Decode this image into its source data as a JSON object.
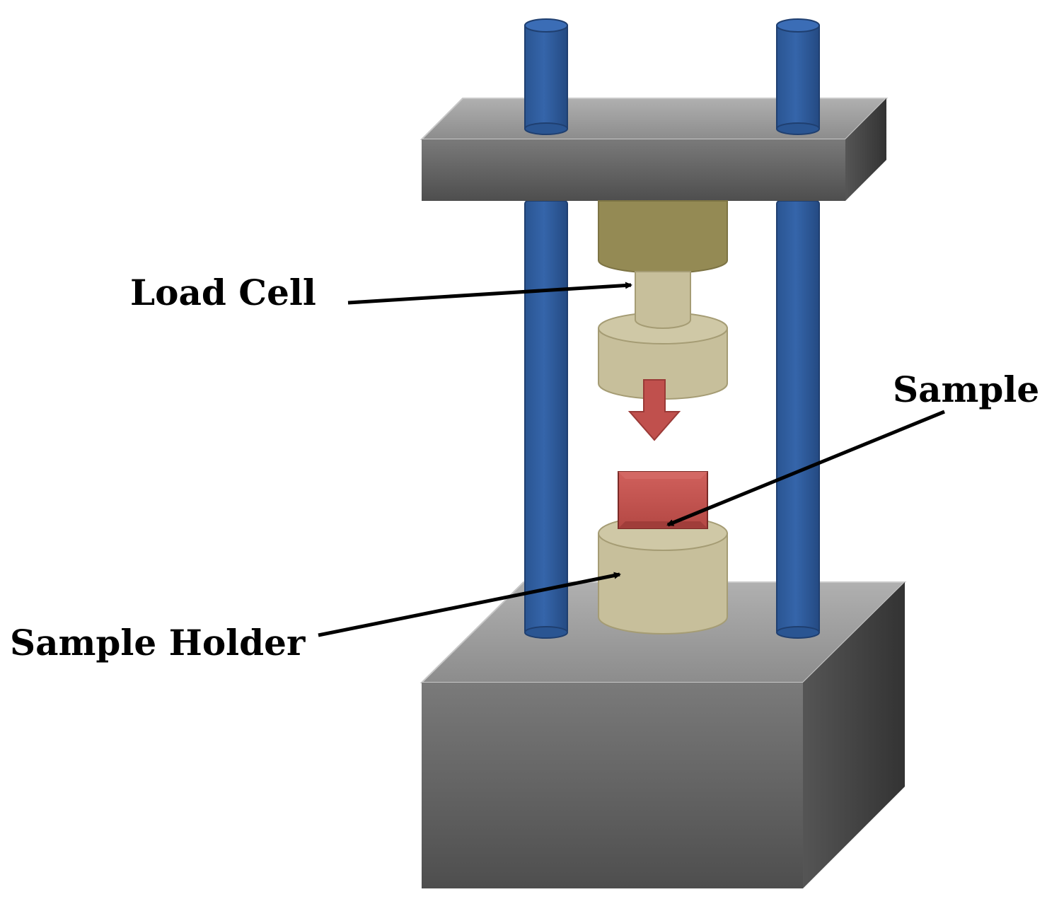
{
  "labels": {
    "load_cell": "Load Cell",
    "sample": "Sample",
    "sample_holder": "Sample Holder"
  },
  "colors": {
    "rod": "#2f5d9e",
    "rod_edge": "#1f3f70",
    "frame_top": "#9a9a9a",
    "frame_front": "#5a5a5a",
    "frame_side": "#3c3c3c",
    "load_cell_upper": "#948a54",
    "load_cell_lower": "#c7bf9b",
    "sample": "#c0504d",
    "down_arrow": "#c0504d",
    "leader_arrow": "#000000"
  }
}
